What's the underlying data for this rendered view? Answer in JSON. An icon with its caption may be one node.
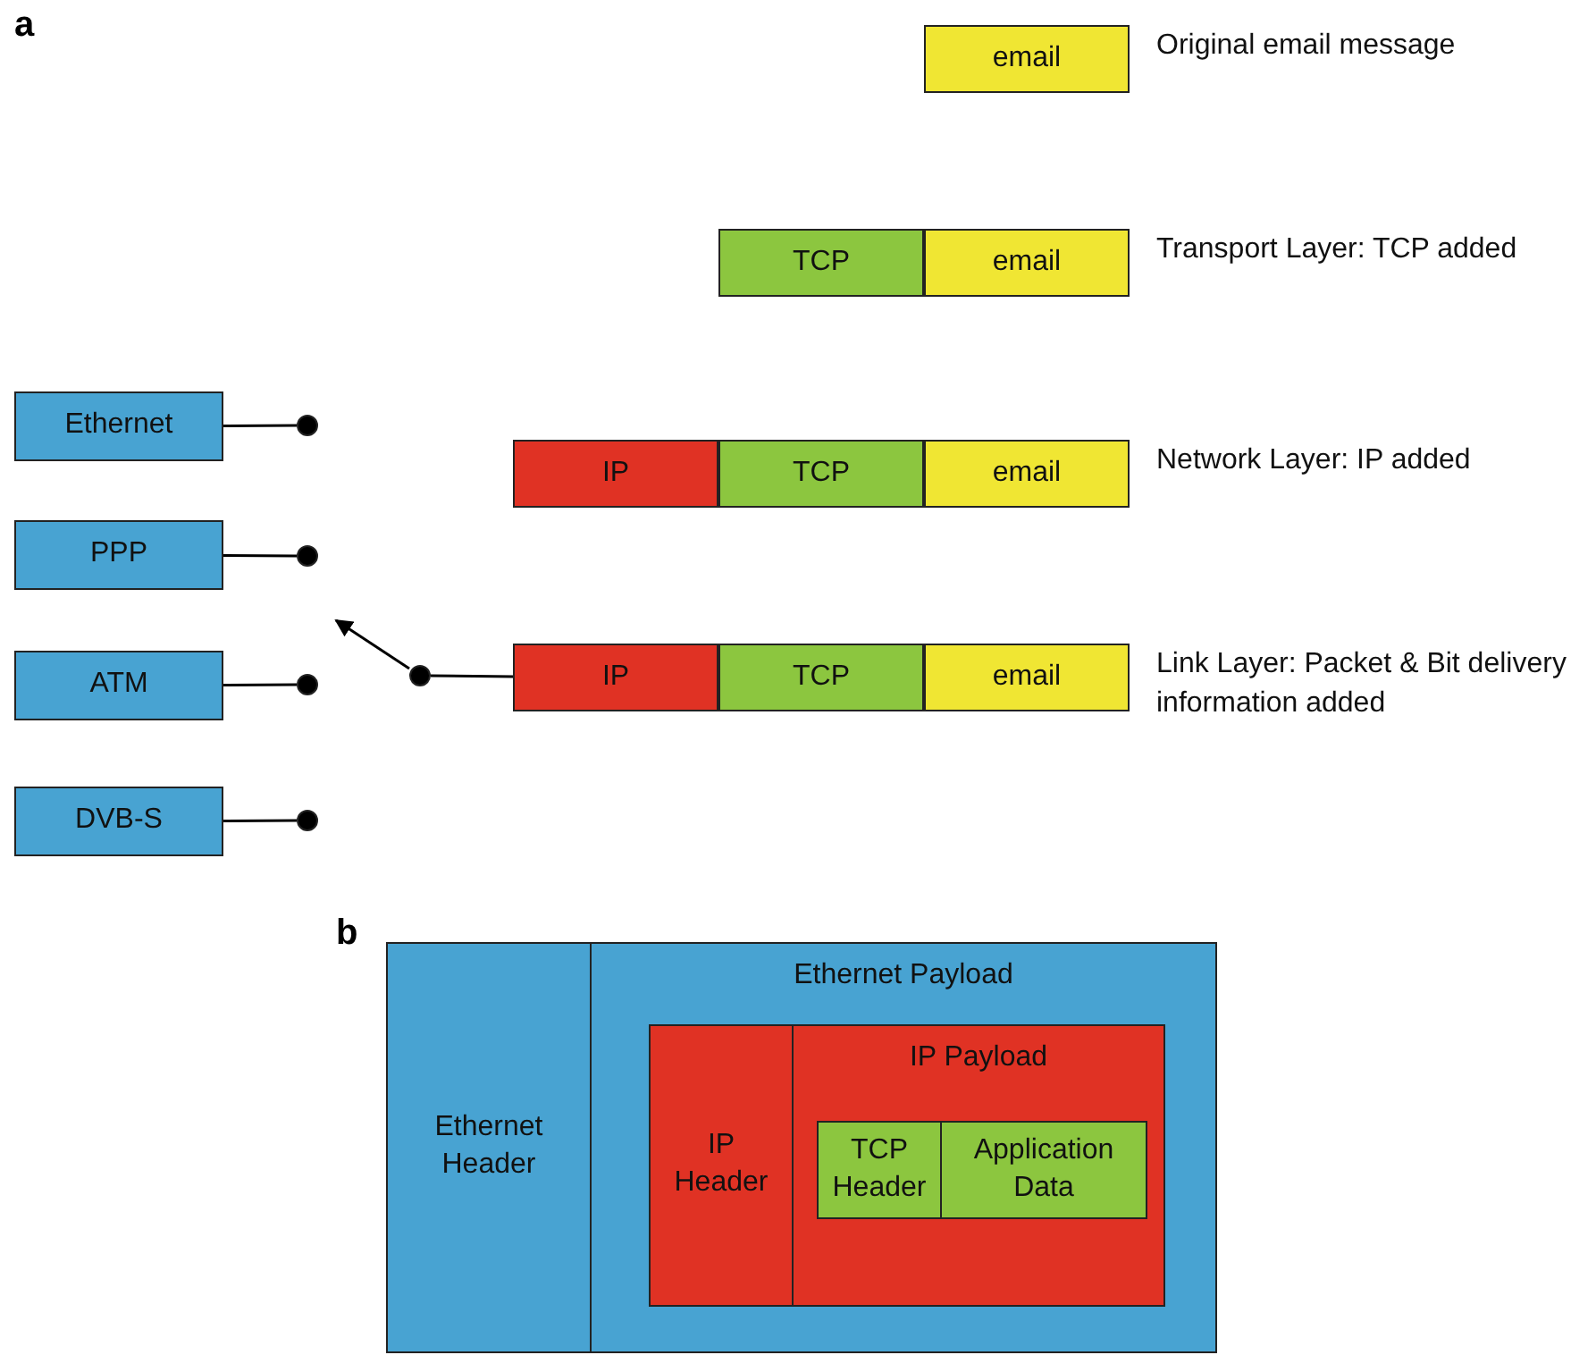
{
  "diagram": {
    "nodes": [
      {
        "text": [
          "email"
        ],
        "beside": [
          "Original email message"
        ]
      },
      {
        "text": [
          "TCP"
        ]
      },
      {
        "text": [
          "email"
        ],
        "beside": [
          "Transport Layer: TCP added"
        ]
      },
      {
        "text": [
          "IP"
        ]
      },
      {
        "text": [
          "TCP"
        ]
      },
      {
        "text": [
          "email"
        ],
        "beside": [
          "Network Layer: IP added"
        ]
      },
      {
        "text": [
          "IP"
        ]
      },
      {
        "text": [
          "TCP"
        ]
      },
      {
        "text": [
          "email"
        ],
        "beside": [
          "Link Layer: Packet & Bit delivery information added"
        ]
      },
      {
        "text": [
          "Ethernet"
        ]
      },
      {
        "text": [
          "PPP"
        ]
      },
      {
        "text": [
          "ATM"
        ]
      },
      {
        "text": [
          "DVB-S"
        ]
      },
      {
        "text": [],
        "shape": "circle"
      },
      {
        "text": [],
        "shape": "circle"
      },
      {
        "text": [],
        "shape": "circle"
      },
      {
        "text": [],
        "shape": "circle"
      },
      {
        "text": [],
        "shape": "circle"
      },
      {
        "text": [
          "Ethernet Header"
        ]
      },
      {
        "text": [
          "Ethernet Payload"
        ]
      },
      {
        "text": [
          "IP Header"
        ],
        "in": 19
      },
      {
        "text": [
          "IP Payload"
        ],
        "in": 19
      },
      {
        "text": [
          "TCP Header"
        ],
        "in": 21
      },
      {
        "text": [
          "Application Data"
        ],
        "in": 21
      }
    ],
    "edges": [
      {
        "from": 9,
        "to": 13,
        "arrow": "none"
      },
      {
        "from": 10,
        "to": 14,
        "arrow": "none"
      },
      {
        "from": 11,
        "to": 15,
        "arrow": "none"
      },
      {
        "from": 12,
        "to": 16,
        "arrow": "none"
      },
      {
        "from": 17,
        "to": 6,
        "arrow": "none"
      },
      {
        "from": 17,
        "to": null,
        "arrow": "to"
      }
    ],
    "labels": [
      "a",
      "b"
    ]
  }
}
